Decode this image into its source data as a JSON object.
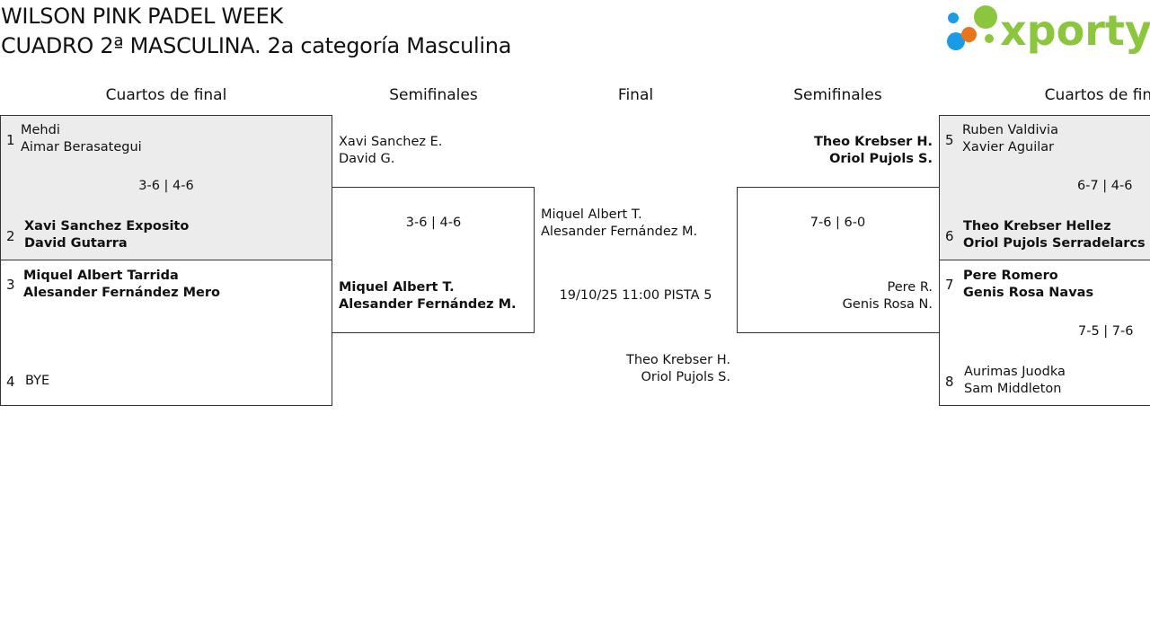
{
  "header": {
    "title": "WILSON PINK PADEL WEEK",
    "subtitle": "CUADRO 2ª MASCULINA. 2a categoría Masculina",
    "logo_text": "xporty",
    "logo_colors": [
      "#1a9be6",
      "#e8741e",
      "#8cc63f"
    ]
  },
  "columns": {
    "left_qf": "Cuartos de final",
    "left_sf": "Semifinales",
    "final": "Final",
    "right_sf": "Semifinales",
    "right_qf": "Cuartos de final"
  },
  "quarterfinals": [
    {
      "seed": "1",
      "p1": "Mehdi",
      "p2": "Aimar Berasategui",
      "winner": false
    },
    {
      "seed": "2",
      "p1": "Xavi Sanchez Exposito",
      "p2": "David Gutarra",
      "winner": true
    },
    {
      "seed": "3",
      "p1": "Miquel Albert Tarrida",
      "p2": "Alesander Fernández Mero",
      "winner": true
    },
    {
      "seed": "4",
      "p1": "BYE",
      "p2": "",
      "winner": false
    },
    {
      "seed": "5",
      "p1": "Ruben Valdivia",
      "p2": "Xavier Aguilar",
      "winner": false
    },
    {
      "seed": "6",
      "p1": "Theo Krebser Hellez",
      "p2": "Oriol Pujols Serradelarcs",
      "winner": true
    },
    {
      "seed": "7",
      "p1": "Pere Romero",
      "p2": "Genis Rosa Navas",
      "winner": true
    },
    {
      "seed": "8",
      "p1": "Aurimas Juodka",
      "p2": "Sam Middleton",
      "winner": false
    }
  ],
  "qf_scores": {
    "m1": "3-6 | 4-6",
    "m3": "6-7 | 4-6",
    "m4": "7-5 | 7-6"
  },
  "semifinals": {
    "left_top": {
      "p1": "Xavi Sanchez E.",
      "p2": "David G."
    },
    "left_bottom": {
      "p1": "Miquel Albert T.",
      "p2": "Alesander Fernández M."
    },
    "left_score": "3-6 | 4-6",
    "right_top": {
      "p1": "Theo Krebser H.",
      "p2": "Oriol Pujols S."
    },
    "right_bottom": {
      "p1": "Pere R.",
      "p2": "Genis Rosa N."
    },
    "right_score": "7-6 | 6-0"
  },
  "final": {
    "top": {
      "p1": "Miquel Albert T.",
      "p2": "Alesander Fernández M."
    },
    "schedule": "19/10/25 11:00 PISTA 5",
    "bottom": {
      "p1": "Theo Krebser H.",
      "p2": "Oriol Pujols S."
    }
  }
}
